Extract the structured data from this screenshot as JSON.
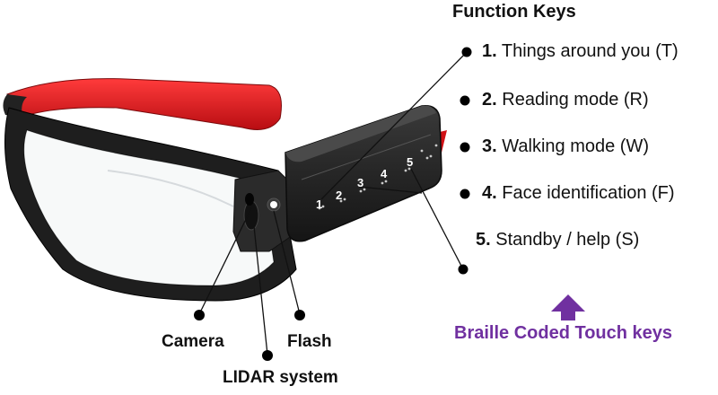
{
  "title": "Function Keys",
  "keys": [
    {
      "num": "1.",
      "text": "Things around you (T)"
    },
    {
      "num": "2.",
      "text": "Reading mode (R)"
    },
    {
      "num": "3.",
      "text": "Walking mode (W)"
    },
    {
      "num": "4.",
      "text": "Face identification (F)"
    },
    {
      "num": "5.",
      "text": "Standby / help (S)"
    }
  ],
  "button_numbers": [
    "1",
    "2",
    "3",
    "4",
    "5"
  ],
  "labels": {
    "camera": "Camera",
    "flash": "Flash",
    "lidar": "LIDAR system",
    "braille": "Braille Coded Touch keys"
  },
  "colors": {
    "temple": "#e3141a",
    "frame": "#1c1c1c",
    "device": "#2a2a2a",
    "braille_label": "#7030a0",
    "arrow": "#7030a0"
  }
}
